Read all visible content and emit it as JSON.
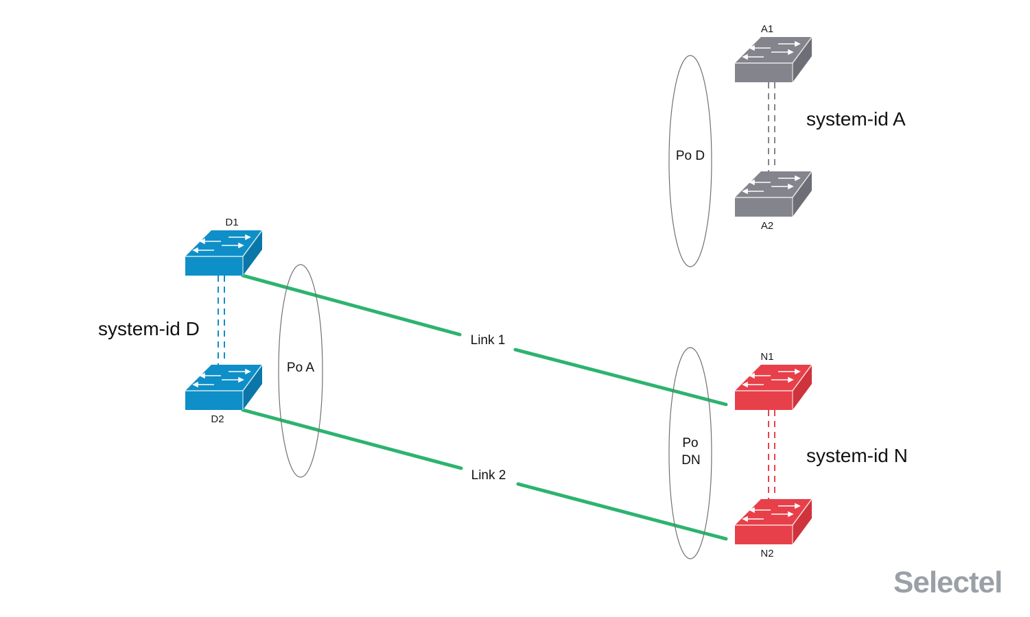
{
  "colors": {
    "blue": "#0e8fc8",
    "blue_dark": "#0a77a8",
    "gray": "#84848c",
    "gray_dark": "#6e6e76",
    "red": "#e8404a",
    "red_dark": "#cf333c",
    "link_green": "#2db36f",
    "ellipse_stroke": "#707070",
    "logo": "#9aa0a6"
  },
  "switches": [
    {
      "id": "D1",
      "label": "D1",
      "color": "blue",
      "icon": "network-switch-icon"
    },
    {
      "id": "D2",
      "label": "D2",
      "color": "blue",
      "icon": "network-switch-icon"
    },
    {
      "id": "A1",
      "label": "A1",
      "color": "gray",
      "icon": "network-switch-icon"
    },
    {
      "id": "A2",
      "label": "A2",
      "color": "gray",
      "icon": "network-switch-icon"
    },
    {
      "id": "N1",
      "label": "N1",
      "color": "red",
      "icon": "network-switch-icon"
    },
    {
      "id": "N2",
      "label": "N2",
      "color": "red",
      "icon": "network-switch-icon"
    }
  ],
  "systems": {
    "D": "system-id D",
    "A": "system-id A",
    "N": "system-id N"
  },
  "port_channels": {
    "po_a": "Po A",
    "po_d": "Po D",
    "po_dn_line1": "Po",
    "po_dn_line2": "DN"
  },
  "links": {
    "link1": "Link 1",
    "link2": "Link 2"
  },
  "logo": "Selectel"
}
